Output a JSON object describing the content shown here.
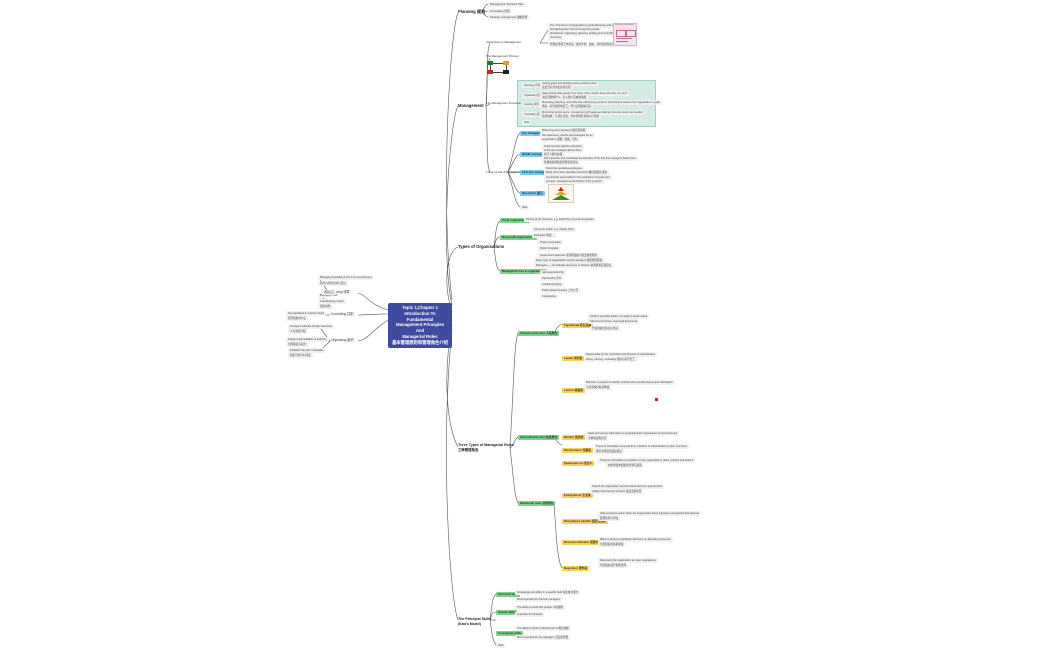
{
  "central": {
    "line1": "Topic 1,Chapter 1",
    "line2": "Introduction To Fundamental",
    "line3": "Management Principles And",
    "line4": "Managerial Roles",
    "line5": "基本管理原则和管理角色介绍"
  },
  "left": [
    {
      "title": "Leading 领导",
      "leaves": [
        "Managing & leading a firm in an environment",
        "领导公司的方向与目标",
        "Motivating staff",
        "激励员工",
        "Coordinating in team",
        "团队协作"
      ]
    },
    {
      "title": "Controlling 控制",
      "leaves": [
        "Set standards & monitor results",
        "监控绩效并纠正"
      ]
    },
    {
      "title": "Organising 组织",
      "leaves": [
        "Arrange & allocate human resources",
        "人力资源分配",
        "Assign responsibilities & authority",
        "分配职责与权力",
        "Establish the plan / timetable",
        "制定计划与时间表"
      ]
    }
  ],
  "planning": {
    "title": "Planning 规划",
    "leaves": [
      "Management / Decision Plan",
      "Forecasting 预测",
      "Strategic management 战略管理"
    ]
  },
  "management": {
    "title": "Management",
    "intro_label": "Introduction to Management",
    "intro_text": [
      "The 4 functions of organisations goals effectively and efficiently",
      "through/together with & through the people",
      "(Functions): organising, planning, leading and controlling the organisation's",
      "resources",
      "管理是协调工作活动，通过计划、组织、领导和控制实现组织目标的过程"
    ],
    "photo_caption": "Efficiency vs Effectiveness",
    "process_label": "The Management Process",
    "functions_label": "The Management Functions",
    "functions": [
      {
        "tag": "Planning 计划",
        "text": "Setting goals and deciding how to achieve them",
        "text2": "设定目标并决定如何实现"
      },
      {
        "tag": "Organising 组织",
        "text": "Determining what needs to be done, how it will be done and who is to do it",
        "text2": "决定需要做什么、怎么做以及由谁来做"
      },
      {
        "tag": "Leading 领导",
        "text": "Motivating, directing, and otherwise influencing people to work hard to achieve the organisation's goals",
        "text2": "激励、指导和影响员工，努力实现组织目标"
      },
      {
        "tag": "Controlling 控制",
        "text": "Monitoring performance, comparing it with goals and taking corrective action as needed",
        "text2": "监控绩效，与目标比较，并在需要时采取纠正措施"
      },
      {
        "tag": "Note",
        "text": "",
        "text2": ""
      }
    ],
    "levels_label": "Three Levels of Management",
    "levels": [
      {
        "tag": "Top managers",
        "leaves": [
          "Make long-term decisions 做长期决策",
          "Set objectives, policies and strategies for an",
          "organisation 战略、政策、目标"
        ]
      },
      {
        "tag": "Middle managers",
        "leaves": [
          "Implement the policies and plans",
          "of the top managers above them",
          "执行上级的政策",
          "Will supervise and coordinate the activities of the first-line managers below them",
          "监督和协调基层管理者的活动"
        ]
      },
      {
        "tag": "First-line managers",
        "leaves": [
          "Direct the operating employees",
          "Make short-term operating decisions 做短期运营决策"
        ]
      },
      {
        "tag": "Illustration 图示",
        "leaves": []
      },
      {
        "tag": "Note",
        "leaves": []
      }
    ],
    "levels_extra": [
      "Are directly responsible for the production of goods and",
      "services; managers at the bottom of the pyramid"
    ]
  },
  "types": {
    "title": "Types of Organisations",
    "groups": [
      {
        "tag": "Profit organisations",
        "leaves": [
          "Pursue profit; business, e.g. listed firms & small companies",
          ""
        ]
      },
      {
        "tag": "Non-profit organisations",
        "leaves": [
          "Serve the public, e.g. charity, NGO",
          "Examples 例如：",
          "Public universities",
          "Public hospitals",
          "Government agencies 非营利组织为社会提供服务"
        ]
      },
      {
        "tag": "Managerial roles in organisation",
        "leaves": [
          "Every type of organisation needs managers 都需要管理者",
          "Managers — Co-ordinate resources to achieve 协调资源实现目标",
          "Sole proprietorship",
          "Partnership 合伙",
          "Limited company",
          "Public listed company 上市公司",
          "Cooperative"
        ]
      }
    ]
  },
  "roles": {
    "title": "Three Types of Managerial Roles",
    "title_cn": "三种管理角色",
    "groups": [
      {
        "tag": "Interpersonal roles 人际角色",
        "items": [
          {
            "tag": "Figurehead 挂名首脑",
            "leaves": [
              "Perform symbolic duties of a legal or social nature",
              "Attend ceremonies, sign legal documents",
              "代表组织出席礼仪活动"
            ]
          },
          {
            "tag": "Leader 领导者",
            "leaves": [
              "Responsible for the motivation and direction of subordinates",
              "Hiring, training, motivating 激励与指导员工"
            ]
          },
          {
            "tag": "Liaison 联络者",
            "leaves": [
              "Maintain a network of outside contacts who provide favours and information",
              "与外部保持联系网络"
            ]
          }
        ]
      },
      {
        "tag": "Informational roles 信息角色",
        "items": [
          {
            "tag": "Monitor 监控者",
            "leaves": [
              "Seek and receive information to understand the organisation and environment",
              "寻求和接收信息"
            ]
          },
          {
            "tag": "Disseminator 传播者",
            "leaves": [
              "Transmit information received from outsiders or subordinates to other members",
              "把信息传递给组织成员"
            ]
          },
          {
            "tag": "Spokesperson 发言人",
            "leaves": [
              "Transmit information to outsiders on the organisation's plans, policies and actions",
              "向外界发布组织的计划与政策"
            ]
          }
        ]
      },
      {
        "tag": "Decisional roles 决策角色",
        "items": [
          {
            "tag": "Entrepreneur 企业家",
            "leaves": [
              "Search the organisation and its environment for opportunities",
              "Initiate improvement projects 发起改进项目"
            ]
          },
          {
            "tag": "Disturbance handler 混乱驾驭者",
            "leaves": [
              "Take corrective action when the organisation faces important unexpected disturbances",
              "处理危机与冲突"
            ]
          },
          {
            "tag": "Resource allocator 资源分配者",
            "leaves": [
              "Make or approve significant decisions on allocating resources",
              "分配组织的各种资源"
            ]
          },
          {
            "tag": "Negotiator 谈判者",
            "leaves": [
              "Represent the organisation at major negotiations",
              "代表组织进行重要谈判"
            ]
          }
        ]
      }
    ]
  },
  "skills": {
    "title": "The Principal Skills",
    "title2": "(Katz's Model)",
    "groups": [
      {
        "tag": "Technical skills",
        "leaves": [
          "Knowledge and ability in a specific field 专业技术能力",
          "Most important for first-line managers"
        ]
      },
      {
        "tag": "Human skills",
        "leaves": [
          "The ability to work with people 人际技能",
          "Important for all levels"
        ]
      },
      {
        "tag": "Conceptual skills",
        "leaves": [
          "The ability to think in abstract terms 概念技能",
          "Most important for top managers 高层最重要"
        ]
      },
      {
        "tag": "Note",
        "leaves": []
      }
    ]
  },
  "colors": {
    "central_bg": "#3f4b9e",
    "green_tag": "#7fcf8e",
    "blue_tag": "#7fc7e8",
    "yellow_tag": "#f6cf5c",
    "panel_bg": "#d4ebe6",
    "wire": "#555555"
  }
}
